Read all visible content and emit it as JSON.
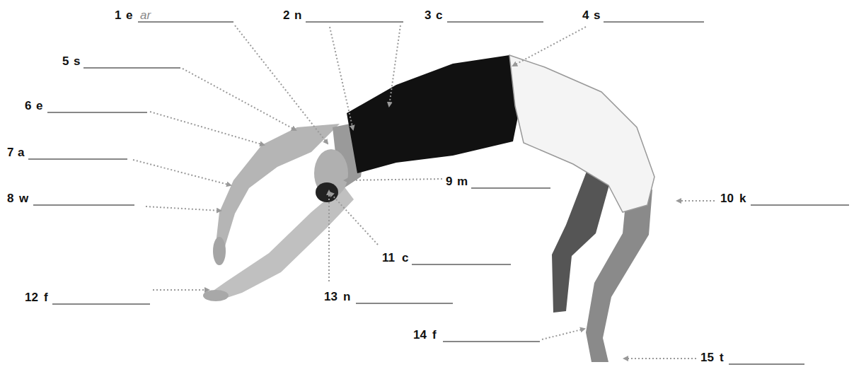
{
  "diagram": {
    "labels": [
      "1",
      "e",
      "ar",
      "2",
      "n",
      "3",
      "c",
      "4",
      "s",
      "5",
      "s",
      "6",
      "e",
      "7",
      "a",
      "8",
      "w",
      "9",
      "m",
      "10",
      "k",
      "11",
      "c",
      "12",
      "f",
      "13",
      "n",
      "14",
      "f",
      "15",
      "t"
    ]
  }
}
